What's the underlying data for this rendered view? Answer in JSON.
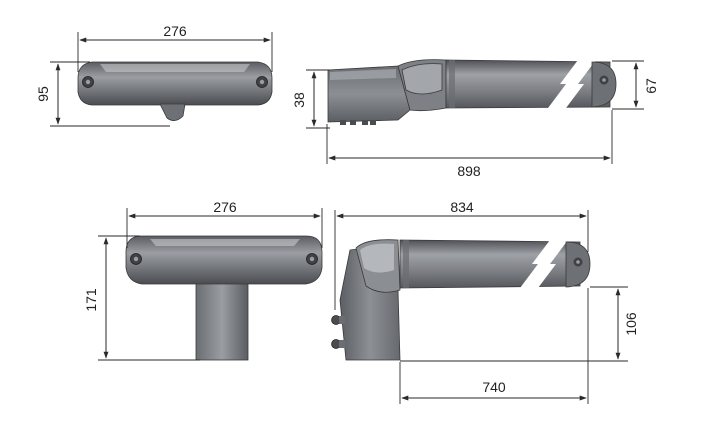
{
  "dimensions": {
    "top_left_width": "276",
    "top_left_height": "95",
    "top_right_height_left": "38",
    "top_right_length": "898",
    "top_right_height_right": "67",
    "bottom_left_width": "276",
    "bottom_left_height": "171",
    "bottom_right_length_top": "834",
    "bottom_right_height": "106",
    "bottom_right_length_bottom": "740"
  },
  "colors": {
    "body_dark": "#5e6065",
    "body_mid": "#8a8d92",
    "body_light": "#c9cbce",
    "stroke": "#2a2a2a"
  }
}
